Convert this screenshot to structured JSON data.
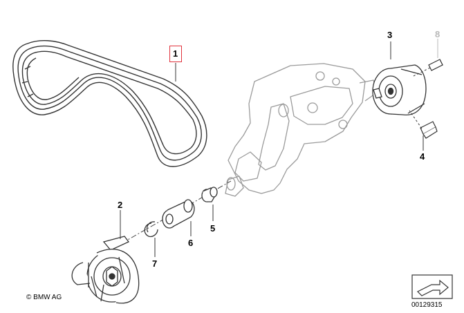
{
  "callouts": {
    "p1": "1",
    "p2": "2",
    "p3": "3",
    "p4": "4",
    "p5": "5",
    "p6": "6",
    "p7": "7",
    "p8": "8"
  },
  "footer": {
    "copyright": "© BMW AG",
    "doc_number": "00129315"
  },
  "colors": {
    "selection": "#e0303a",
    "faded_callout": "#b8b8b8",
    "line": "#333333",
    "ghost_line": "#9a9a9a"
  },
  "icons": [
    "next-page-arrow-icon"
  ]
}
